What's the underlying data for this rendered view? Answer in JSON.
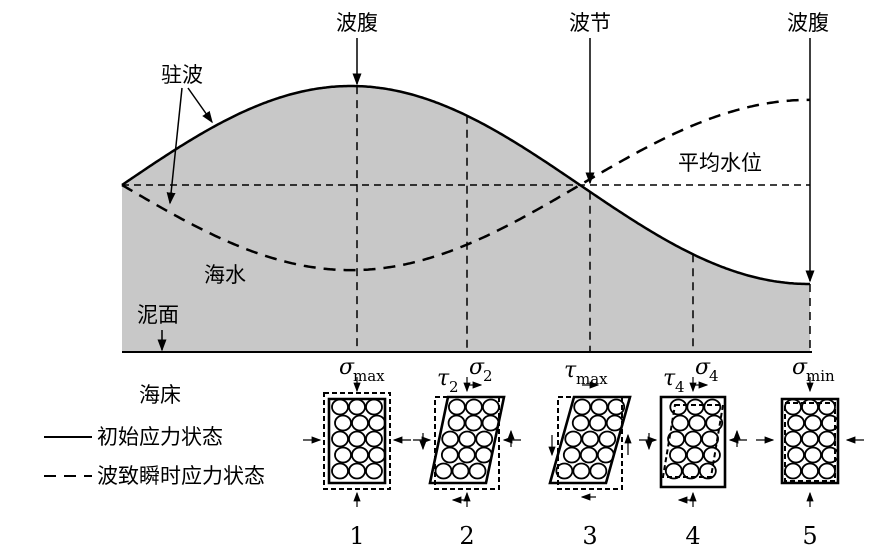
{
  "labels": {
    "antinode_left": "波腹",
    "node": "波节",
    "antinode_right": "波腹",
    "standing_wave": "驻波",
    "mean_water_level": "平均水位",
    "seawater": "海水",
    "mudline": "泥面",
    "seabed": "海床"
  },
  "legend": [
    {
      "style": "solid",
      "label": "初始应力状态"
    },
    {
      "style": "dashed",
      "label": "波致瞬时应力状态"
    }
  ],
  "elements": [
    {
      "number": "1",
      "stress_label": "σ",
      "stress_sub": "max",
      "shear_label": "",
      "shear_sub": ""
    },
    {
      "number": "2",
      "stress_label": "σ",
      "stress_sub": "2",
      "shear_label": "τ",
      "shear_sub": "2"
    },
    {
      "number": "3",
      "stress_label": "",
      "stress_sub": "",
      "shear_label": "τ",
      "shear_sub": "max"
    },
    {
      "number": "4",
      "stress_label": "σ",
      "stress_sub": "4",
      "shear_label": "τ",
      "shear_sub": "4"
    },
    {
      "number": "5",
      "stress_label": "σ",
      "stress_sub": "min",
      "shear_label": "",
      "shear_sub": ""
    }
  ],
  "colors": {
    "water_fill": "#c8c8c8",
    "line": "#000000"
  }
}
